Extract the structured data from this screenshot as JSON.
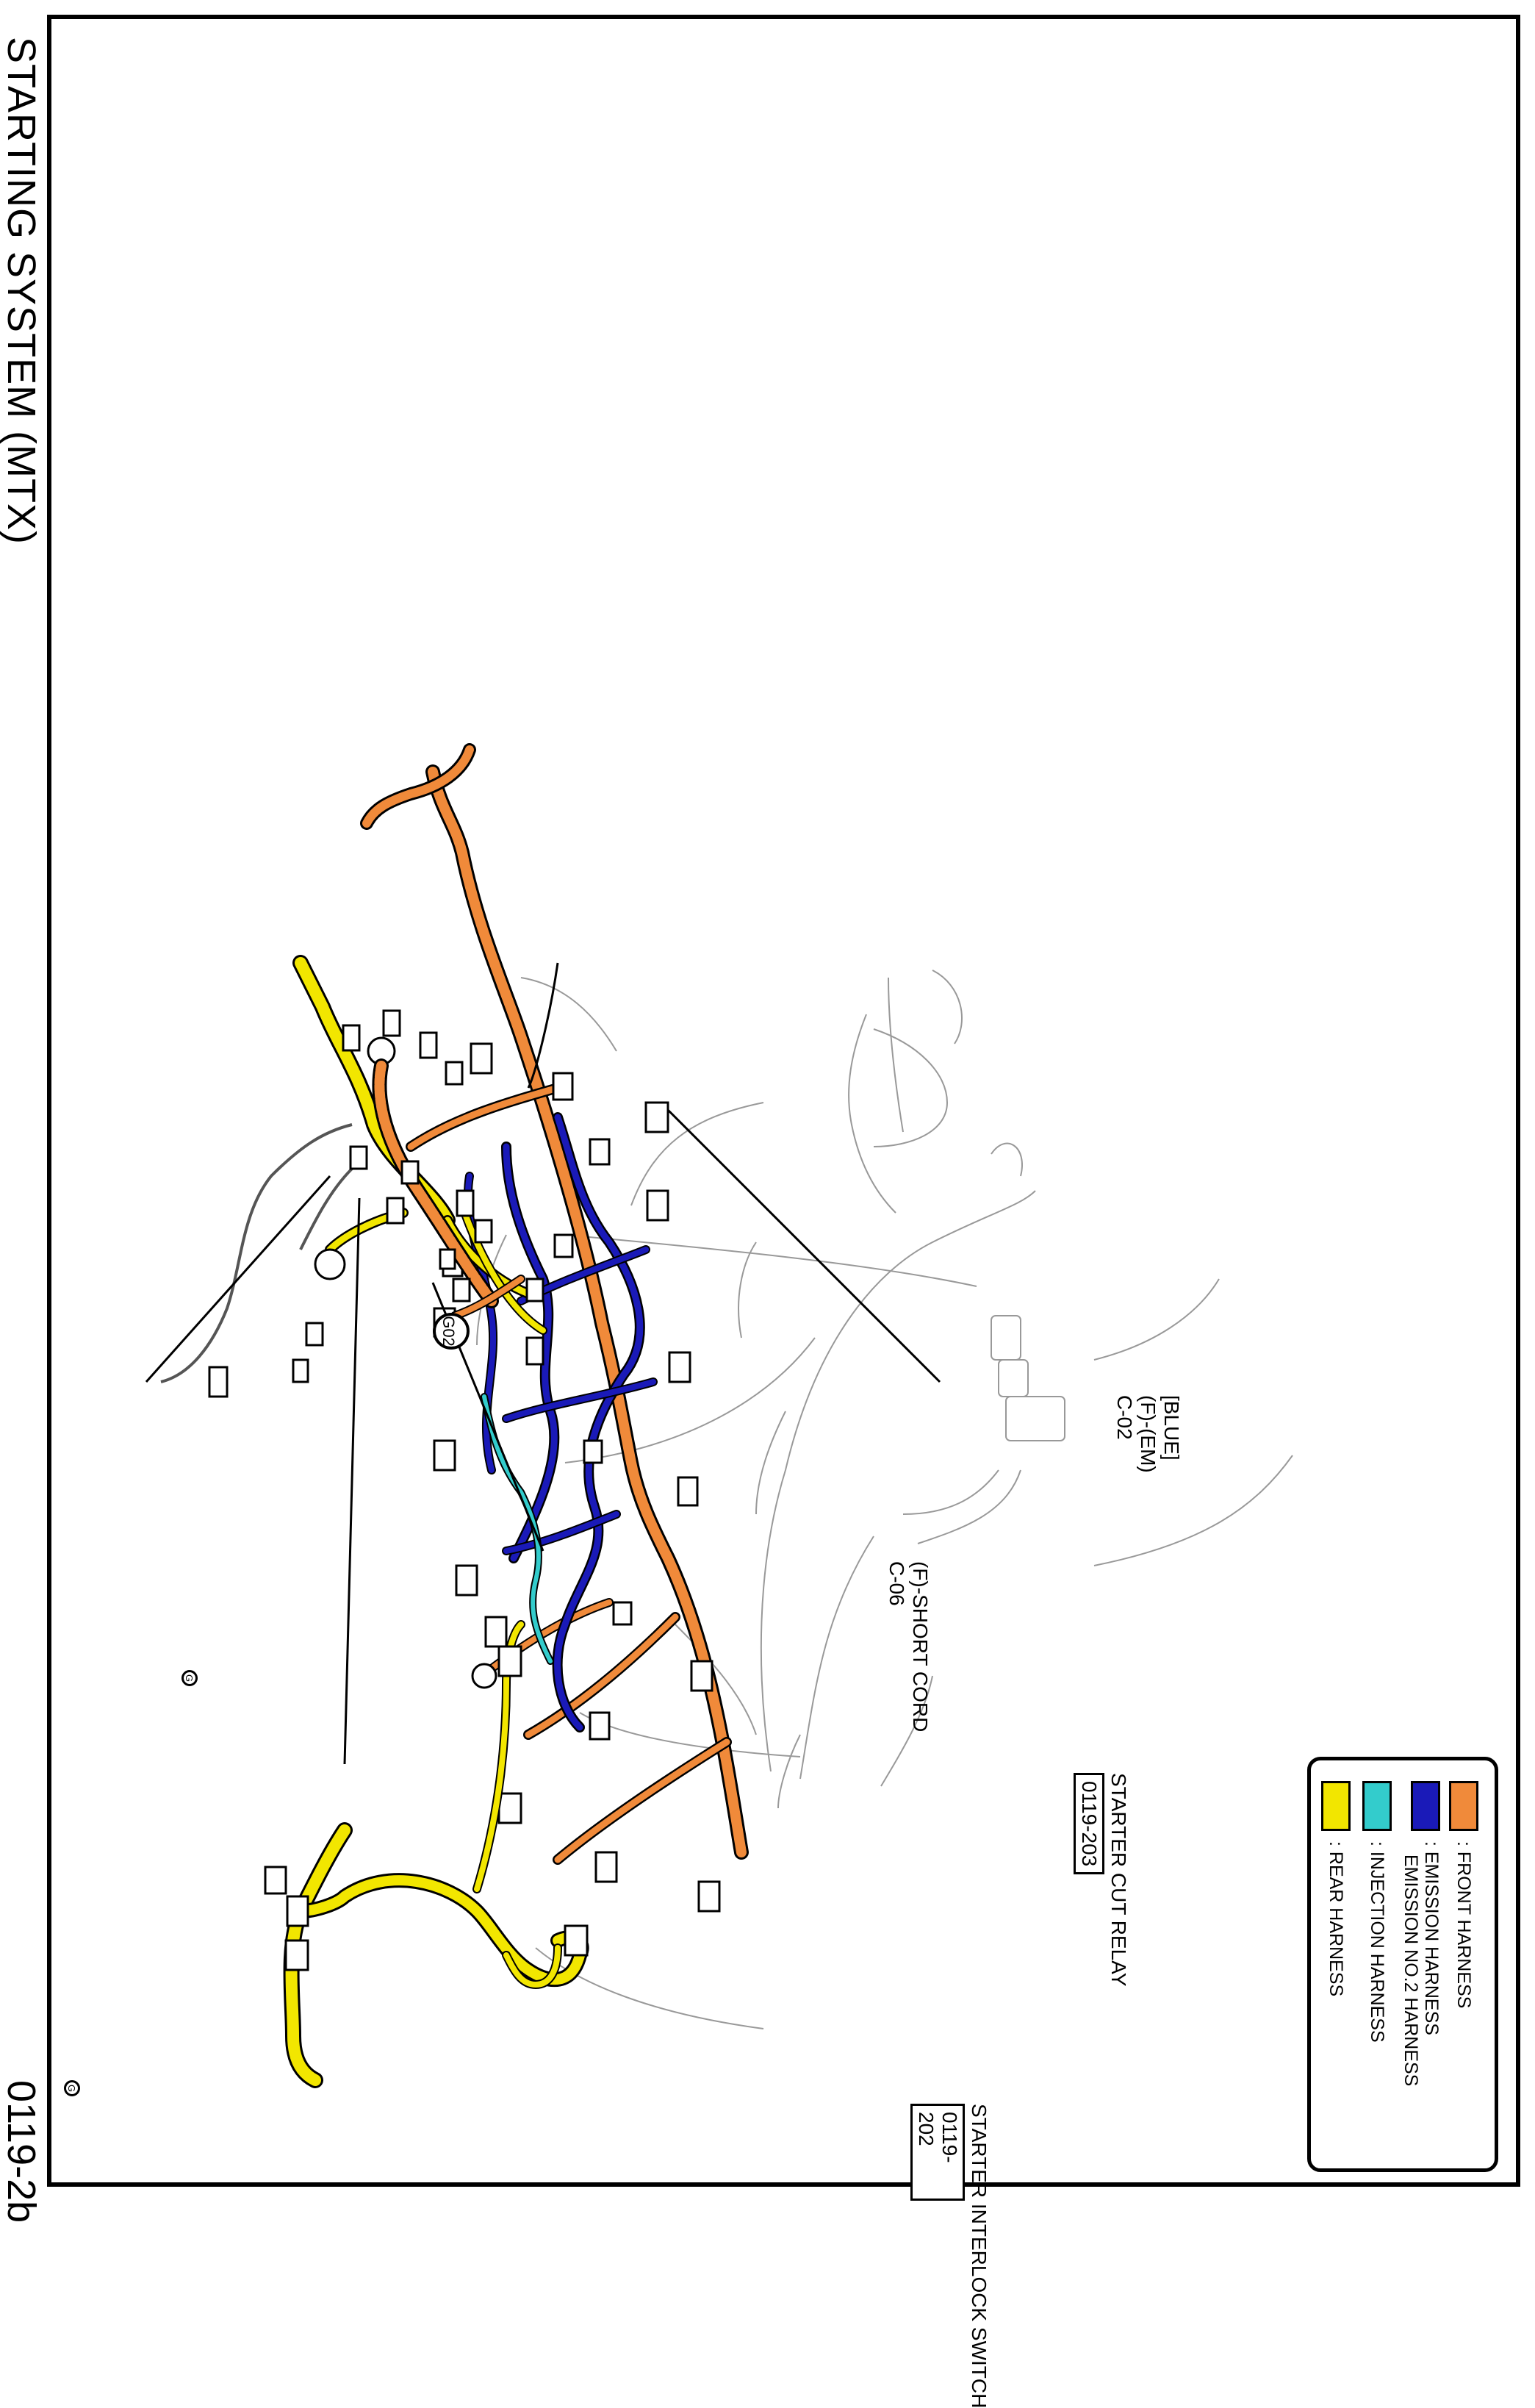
{
  "title": "STARTING SYSTEM (MTX)",
  "page_number": "0119-2b",
  "colors": {
    "front_harness": "#F08A3A",
    "emission_harness": "#1A1AB8",
    "injection_harness": "#33CCCC",
    "rear_harness": "#F2E600",
    "line_art": "#999999"
  },
  "legend": {
    "items": [
      {
        "label": ": FRONT HARNESS",
        "color": "#F08A3A"
      },
      {
        "label": ": EMISSION HARNESS",
        "label2": "EMISSION NO.2 HARNESS",
        "color": "#1A1AB8"
      },
      {
        "label": ": INJECTION HARNESS",
        "color": "#33CCCC"
      },
      {
        "label": ": REAR HARNESS",
        "color": "#F2E600"
      }
    ]
  },
  "callouts": {
    "connector_c02": {
      "line1": "[BLUE]",
      "line2": "(F)-(EM)",
      "line3": "C-02"
    },
    "ground_g02": "G02",
    "short_cord": {
      "line1": "(F)-SHORT CORD",
      "line2": "C-06"
    },
    "starter_cut_relay": {
      "name": "STARTER CUT RELAY",
      "code": "0119-203"
    },
    "starter_interlock_switch": {
      "name": "STARTER INTERLOCK SWITCH",
      "code": "0119-202"
    }
  },
  "ground_symbols": {
    "g1": "G",
    "g2": "G"
  }
}
